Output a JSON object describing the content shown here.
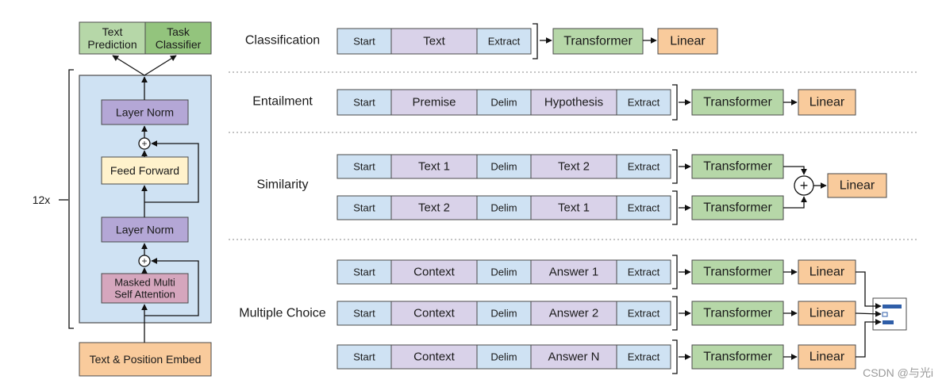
{
  "colors": {
    "blue": "#cfe2f3",
    "purple": "#d9d2e9",
    "green": "#b6d7a8",
    "green_dark": "#93c47d",
    "orange": "#f9cb9c",
    "yellow": "#fff2cc",
    "pink": "#d5a6bd",
    "lavender": "#b4a7d6",
    "stroke": "#4a4a4a"
  },
  "left": {
    "head_text": "Text\nPrediction",
    "head_task": "Task\nClassifier",
    "repeat": "12x",
    "layer_norm_top": "Layer Norm",
    "feed_forward": "Feed Forward",
    "layer_norm_bottom": "Layer Norm",
    "attention": "Masked Multi\nSelf Attention",
    "embed": "Text & Position Embed",
    "plus": "+"
  },
  "tasks": {
    "classification": {
      "label": "Classification",
      "tokens": [
        "Start",
        "Text",
        "Extract"
      ],
      "transformer": "Transformer",
      "linear": "Linear"
    },
    "entailment": {
      "label": "Entailment",
      "tokens": [
        "Start",
        "Premise",
        "Delim",
        "Hypothesis",
        "Extract"
      ],
      "transformer": "Transformer",
      "linear": "Linear"
    },
    "similarity": {
      "label": "Similarity",
      "rows": [
        [
          "Start",
          "Text 1",
          "Delim",
          "Text 2",
          "Extract"
        ],
        [
          "Start",
          "Text 2",
          "Delim",
          "Text 1",
          "Extract"
        ]
      ],
      "transformer": "Transformer",
      "linear": "Linear",
      "plus": "+"
    },
    "multiple_choice": {
      "label": "Multiple Choice",
      "rows": [
        [
          "Start",
          "Context",
          "Delim",
          "Answer 1",
          "Extract"
        ],
        [
          "Start",
          "Context",
          "Delim",
          "Answer 2",
          "Extract"
        ],
        [
          "Start",
          "Context",
          "Delim",
          "Answer N",
          "Extract"
        ]
      ],
      "transformer": "Transformer",
      "linear": "Linear"
    }
  },
  "watermark": "CSDN @与光i"
}
